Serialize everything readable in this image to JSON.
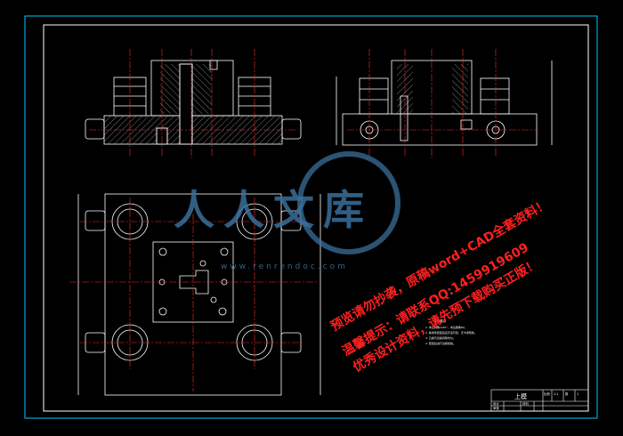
{
  "colors": {
    "background": "#000000",
    "frame": "#ffffff",
    "outer_frame": "#00c8ff",
    "part": "#ffffff",
    "center_line": "#ff2a2a",
    "hatch": "#c8c8c8",
    "watermark_blue": "#3a6f9a",
    "watermark_red": "#ff2020"
  },
  "title_block": {
    "drawing_name": "上模",
    "row1": [
      "",
      "比例",
      "1:1",
      "数",
      "1"
    ],
    "row2": [
      "设计",
      "",
      "材料",
      "",
      ""
    ],
    "row3": [
      "审核",
      "",
      "",
      ""
    ]
  },
  "tech_notes": {
    "heading": "技术要求",
    "lines": [
      "1. 未注倒角1x45°，未注圆角R2。",
      "2. 各零件装配后应灵活可靠，无卡滞现象。",
      "3. 凸模与凹模间隙均匀。",
      "4. 装配后进行试模检验。"
    ]
  },
  "watermark": {
    "logo_text": "人人文库",
    "url": "www.renrendoc.com",
    "lines": [
      "预览请勿抄袭，原稿word+CAD全套资料！",
      "温馨提示：请联系QQ:1459919609",
      "优秀设计资料，请先预下载购买正版！"
    ]
  }
}
